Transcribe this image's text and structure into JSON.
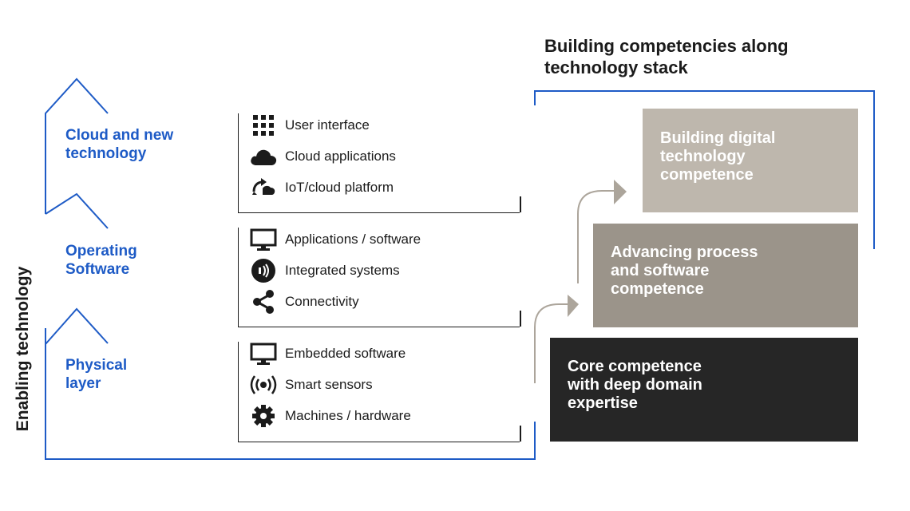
{
  "vertical_label": "Enabling technology",
  "title": "Building competencies along\ntechnology stack",
  "layers": [
    {
      "label": "Cloud and new\ntechnology"
    },
    {
      "label": "Operating\nSoftware"
    },
    {
      "label": "Physical\nlayer"
    }
  ],
  "groups": [
    {
      "items": [
        {
          "icon": "grid-icon",
          "label": "User interface"
        },
        {
          "icon": "cloud-icon",
          "label": "Cloud applications"
        },
        {
          "icon": "iot-sync-icon",
          "label": "IoT/cloud platform"
        }
      ]
    },
    {
      "items": [
        {
          "icon": "monitor-icon",
          "label": "Applications / software"
        },
        {
          "icon": "wireless-signal-icon",
          "label": "Integrated systems"
        },
        {
          "icon": "share-icon",
          "label": "Connectivity"
        }
      ]
    },
    {
      "items": [
        {
          "icon": "monitor-icon",
          "label": "Embedded software"
        },
        {
          "icon": "sensor-icon",
          "label": "Smart sensors"
        },
        {
          "icon": "gear-icon",
          "label": "Machines / hardware"
        }
      ]
    }
  ],
  "competencies": [
    {
      "label": "Building digital\ntechnology\ncompetence",
      "color": "#beb7ad"
    },
    {
      "label": "Advancing process\nand software\ncompetence",
      "color": "#9b948a"
    },
    {
      "label": "Core competence\nwith deep domain\nexpertise",
      "color": "#262626"
    }
  ],
  "colors": {
    "accent_blue": "#1e5bc6",
    "arrow_grey": "#aca59b",
    "text": "#1b1b1b"
  }
}
